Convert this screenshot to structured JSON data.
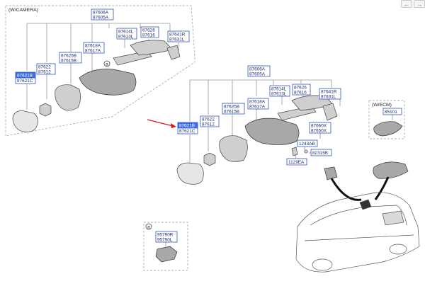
{
  "nav": {
    "prev": "←",
    "next": "→"
  },
  "variants": {
    "camera": "(W/CAMERA)",
    "ecm": "(W/ECM)"
  },
  "callout": "a",
  "labels": {
    "c_87606A": "87606A",
    "c_87605A": "87605A",
    "c_87614L": "87614L",
    "c_87613L": "87613L",
    "c_87626": "87626",
    "c_87616": "87616",
    "c_87641R": "87641R",
    "c_87631L": "87631L",
    "c_87618A": "87618A",
    "c_87617A": "87617A",
    "c_87625B": "87625B",
    "c_87615B": "87615B",
    "c_87622": "87622",
    "c_87612": "87612",
    "c_87621B": "87621B",
    "c_87621C": "87621C",
    "m_87606A": "87606A",
    "m_87605A": "87605A",
    "m_87614L": "87614L",
    "m_87613L": "87613L",
    "m_87626": "87626",
    "m_87616": "87616",
    "m_87641R": "87641R",
    "m_87631L": "87631L",
    "m_87618A": "87618A",
    "m_87617A": "87617A",
    "m_87625B": "87625B",
    "m_87615B": "87615B",
    "m_87622": "87622",
    "m_87612": "87612",
    "m_87621B": "87621B",
    "m_87621C": "87621C",
    "e_85101": "85101",
    "r_87660X": "87660X",
    "r_87650X": "87650X",
    "r_1243AB": "1243AB",
    "r_82315B": "82315B",
    "r_1129EA": "1129EA",
    "d_95790R": "95790R",
    "d_95790L": "95790L"
  },
  "colors": {
    "label_box": "#2d56b8",
    "highlight": "#3d6ef0",
    "arrow": "#e01818"
  }
}
